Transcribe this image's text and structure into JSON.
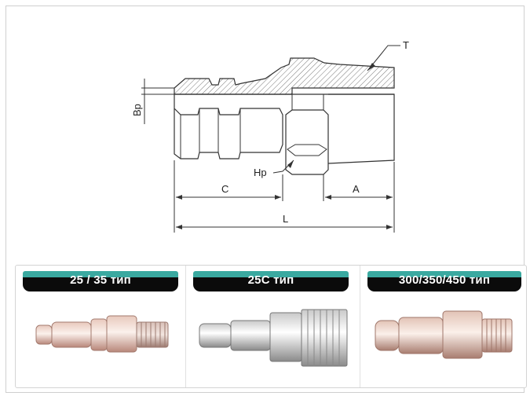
{
  "drawing": {
    "labels": {
      "t": "T",
      "bp": "Bp",
      "hp": "Hp",
      "c": "C",
      "a": "A",
      "l": "L"
    }
  },
  "products": [
    {
      "tag": "25 / 35 тип"
    },
    {
      "tag": "25С тип"
    },
    {
      "tag": "300/350/450 тип"
    }
  ],
  "colors": {
    "tag_accent": "#3aa9a0",
    "tag_background": "#0b0b0b",
    "tag_text": "#ffffff",
    "line": "#333333"
  }
}
